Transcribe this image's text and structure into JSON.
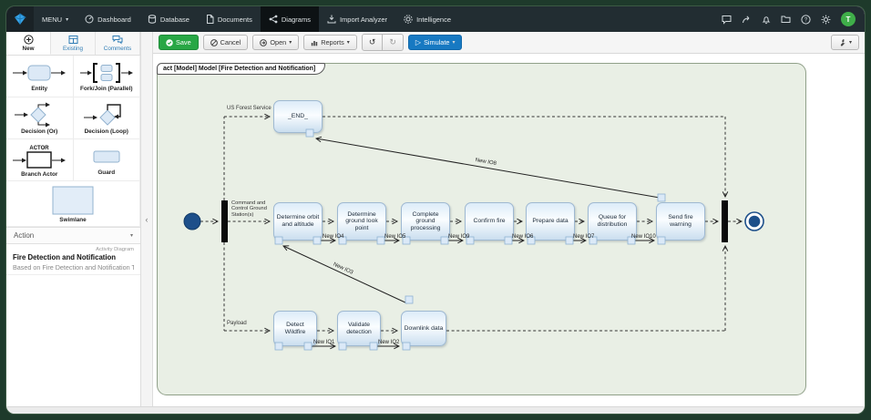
{
  "nav": {
    "menu_label": "MENU",
    "items": [
      {
        "label": "Dashboard"
      },
      {
        "label": "Database"
      },
      {
        "label": "Documents"
      },
      {
        "label": "Diagrams"
      },
      {
        "label": "Import Analyzer"
      },
      {
        "label": "Intelligence"
      }
    ],
    "avatar_initial": "T"
  },
  "sidebar": {
    "tabs": [
      {
        "label": "New"
      },
      {
        "label": "Existing"
      },
      {
        "label": "Comments"
      }
    ],
    "palette": [
      {
        "label": "Entity"
      },
      {
        "label": "Fork/Join (Parallel)"
      },
      {
        "label": "Decision (Or)"
      },
      {
        "label": "Decision (Loop)"
      },
      {
        "label": "Branch Actor"
      },
      {
        "label": "Guard"
      },
      {
        "label": "Swimlane"
      }
    ],
    "actor_caption": "ACTOR",
    "action": {
      "header": "Action",
      "type_label": "Activity Diagram",
      "title": "Fire Detection and Notification",
      "subtitle": "Based on Fire Detection and Notification Ti"
    }
  },
  "toolbar": {
    "save": "Save",
    "cancel": "Cancel",
    "open": "Open",
    "reports": "Reports",
    "simulate": "Simulate"
  },
  "canvas": {
    "frame_title": "act [Model] Model [Fire Detection and Notification]",
    "lanes": {
      "top": "US Forest Service",
      "middle": "Command and Control Ground Station(s)",
      "bottom": "Payload"
    },
    "nodes": {
      "end": "_END_",
      "determine_orbit": "Determine orbit and altitude",
      "determine_ground": "Determine ground look point",
      "complete_ground": "Complete ground processing",
      "confirm_fire": "Confirm fire",
      "prepare_data": "Prepare data",
      "queue_distribution": "Queue for distribution",
      "send_fire_warning": "Send fire warning",
      "detect_wildfire": "Detect Wildfire",
      "validate_detection": "Validate detection",
      "downlink_data": "Downlink data"
    },
    "edges": {
      "io1": "New IO1",
      "io2": "New IO2",
      "io3": "New IO3",
      "io4": "New IO4",
      "io5": "New IO5",
      "io6": "New IO6",
      "io7": "New IO7",
      "io8": "New IO8",
      "io9": "New IO9",
      "io10": "New IO10"
    }
  },
  "colors": {
    "save_green": "#28a745",
    "simulate_blue": "#1779c2",
    "navbar_bg": "#222d32",
    "canvas_bg": "#e9efe5",
    "node_border": "#9fb9d2",
    "start_end_blue": "#1d4f8a"
  }
}
